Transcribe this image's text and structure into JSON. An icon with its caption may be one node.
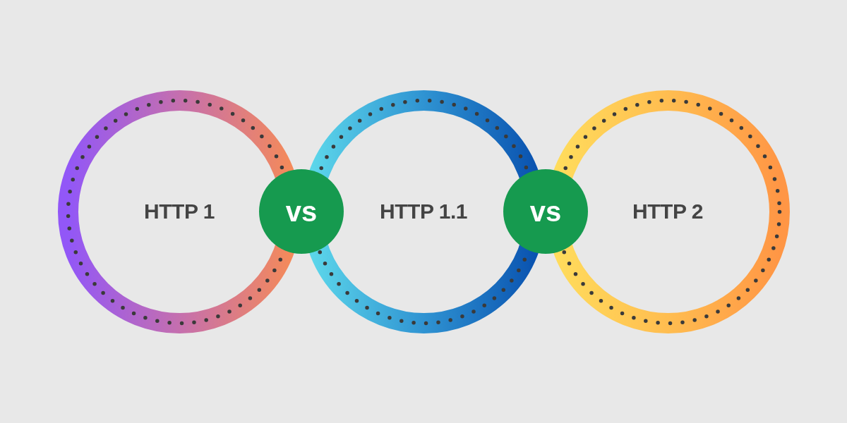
{
  "diagram": {
    "nodes": [
      {
        "text": [
          "HTTP 1"
        ]
      },
      {
        "text": [
          "vs"
        ]
      },
      {
        "text": [
          "HTTP 1.1"
        ]
      },
      {
        "text": [
          "vs"
        ]
      },
      {
        "text": [
          "HTTP 2"
        ]
      }
    ]
  }
}
